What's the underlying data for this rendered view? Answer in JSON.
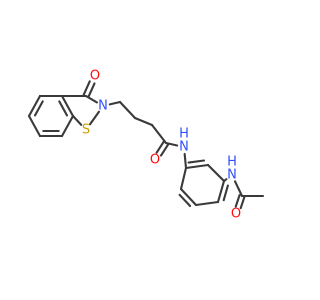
{
  "molecule": {
    "atom_labels": {
      "ketone_O": "O",
      "ring_N": "N",
      "ring_S": "S",
      "amide_O": "O",
      "amide_NH": "N",
      "amide_H": "H",
      "acetamide_NH": "N",
      "acetamide_H": "H",
      "acetamide_O": "O"
    },
    "colors": {
      "bond": "#3a3a3a",
      "oxygen": "#ff0d0d",
      "nitrogen": "#3050f8",
      "sulfur": "#c8a000",
      "hydrogen": "#3050f8"
    }
  }
}
